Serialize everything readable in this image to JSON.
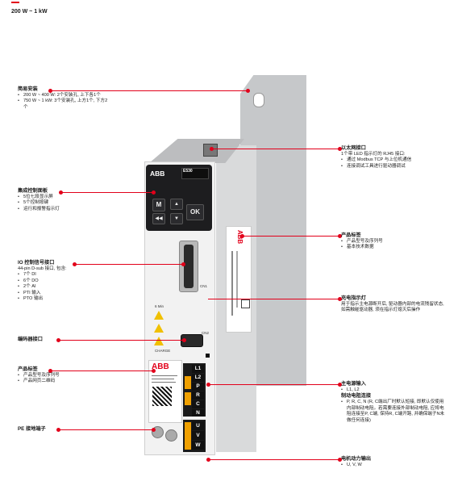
{
  "header": {
    "title": "200 W ~ 1 kW"
  },
  "colors": {
    "accent": "#e2001a",
    "brand": "#e2001a"
  },
  "callouts": {
    "install": {
      "title": "简易安装",
      "items": [
        "200 W ~ 400 W: 2个安装孔, 上下各1个",
        "750 W ~ 1 kW: 3个安装孔, 上方1个, 下方2个"
      ]
    },
    "panel": {
      "title": "集成控制面板",
      "items": [
        "5位七段显示屏",
        "5个控制按键",
        "运行和报警指示灯"
      ]
    },
    "io": {
      "title": "IO 控制信号接口",
      "desc": "44-pin D-sub 接口, 包含:",
      "items": [
        "7个 DI",
        "6个 DO",
        "2个 AI",
        "PTI 输入",
        "PTO 输出"
      ]
    },
    "encoder": {
      "title": "编码器接口"
    },
    "label_left": {
      "title": "产品标签",
      "items": [
        "产品型号及序列号",
        "产品网页二维码"
      ]
    },
    "pe": {
      "title": "PE 接地端子"
    },
    "ethernet": {
      "title": "以太网接口",
      "desc": "1个带 LED 指示灯的 RJ45 接口:",
      "items": [
        "通过 Modbus TCP 与上位机通信",
        "连接调试工具进行驱动器调试"
      ]
    },
    "label_right": {
      "title": "产品标签",
      "items": [
        "产品型号及序列号",
        "基本技术数据"
      ]
    },
    "charge": {
      "title": "充电指示灯",
      "desc": "用于指示主电源断开后, 驱动器内部的电流残留状态, 如需触碰驱动器, 须在指示灯熄灭后操作"
    },
    "power_in": {
      "title": "主电源输入",
      "items": [
        "L1, L2"
      ],
      "title2": "制动电阻连接",
      "items2": [
        "P, R, C, N (R, C端出厂时默认短接, 即默认仅使用内部制动电阻。若需要连接外部制动电阻, 应将电阻连接至P, C端, 保持R, C端开路, 并确保端子N未做任何连接)"
      ]
    },
    "motor": {
      "title": "电机动力输出",
      "items": [
        "U, V, W"
      ]
    }
  },
  "device": {
    "brand": "ABB",
    "model": "E530",
    "keys": [
      "M",
      "▲",
      "◀◀",
      "▼",
      "OK"
    ],
    "cn1": "CN1",
    "cn2": "CN2",
    "charge": "CHARGE",
    "warning_time": "6 Min",
    "terminals_main": [
      "L1",
      "L2",
      "P",
      "R",
      "C",
      "N"
    ],
    "terminals_motor": [
      "U",
      "V",
      "W"
    ]
  }
}
